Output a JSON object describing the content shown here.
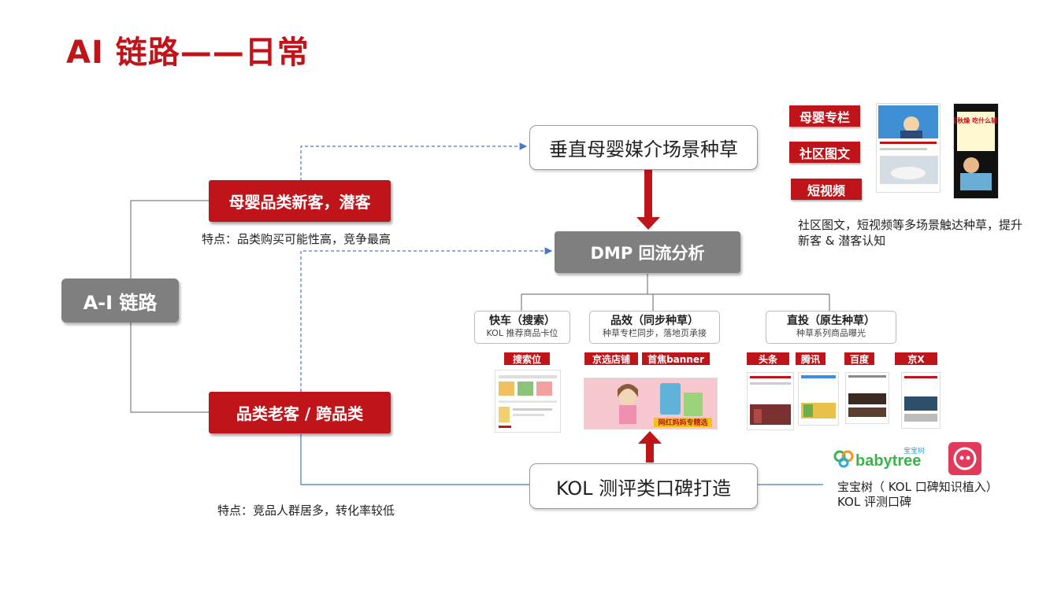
{
  "title": "AI 链路——日常",
  "nodes": {
    "root": "A-I 链路",
    "new_customers": "母婴品类新客，潜客",
    "new_customers_note": "特点：品类购买可能性高，竞争最高",
    "old_customers": "品类老客 / 跨品类",
    "old_customers_note": "特点：竞品人群居多，转化率较低",
    "vertical_media": "垂直母婴媒介场景种草",
    "dmp": "DMP 回流分析",
    "kol": "KOL 测评类口碑打造"
  },
  "sub_channels": [
    {
      "title": "快车（搜索）",
      "subtitle": "KOL 推荐商品卡位",
      "tags": [
        "搜索位"
      ]
    },
    {
      "title": "品效（同步种草）",
      "subtitle": "种草专栏同步，落地页承接",
      "tags": [
        "京选店铺",
        "首焦banner"
      ],
      "banner_text": "网红妈妈专精选"
    },
    {
      "title": "直投（原生种草）",
      "subtitle": "种草系列商品曝光",
      "tags": [
        "头条",
        "腾讯",
        "百度",
        "京X"
      ]
    }
  ],
  "media_tags": [
    "母婴专栏",
    "社区图文",
    "短视频"
  ],
  "media_note": "社区图文，短视频等多场景触达种草，提升新客 & 潜客认知",
  "video_thumb_text": "宝宝秋燥 吃什么辅食?",
  "babytree": {
    "logo_text": "babytree",
    "logo_cn": "宝宝树",
    "note_line1": "宝宝树（ KOL 口碑知识植入）",
    "note_line2": "KOL 评测口碑"
  },
  "colors": {
    "accent": "#c0141b",
    "gray": "#7f7f7f",
    "line": "#4a78c2"
  }
}
